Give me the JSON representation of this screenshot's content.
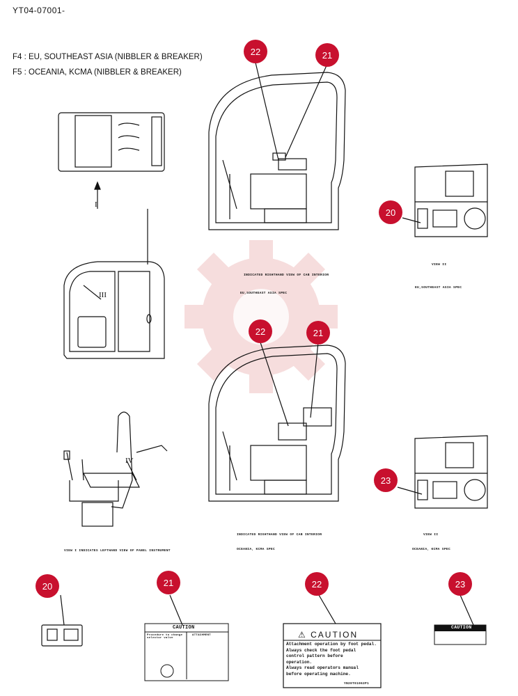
{
  "header": {
    "doc_id": "YT04-07001-",
    "specs": [
      "F4 :  EU, SOUTHEAST ASIA  (NIBBLER & BREAKER)",
      "F5 :  OCEANIA, KCMA  (NIBBLER & BREAKER)"
    ]
  },
  "views": {
    "cab_top_caption": "INDICATED RIGHTHAND VIEW OF CAB INTERIOR",
    "cab_top_spec": "EU,SOUTHEAST  ASIA SPEC",
    "cab_bottom_caption": "INDICATED RIGHTHAND VIEW OF CAB INTERIOR",
    "cab_bottom_spec": "OCEANIA, KCMA  SPEC",
    "view2_top_label": "VIEW II",
    "view2_top_spec": "EU,SOUTHEAST  ASIA SPEC",
    "view2_bottom_label": "VIEW II",
    "view2_bottom_spec": "OCEANIA, KCMA  SPEC",
    "seat_caption": "VIEW I   INDICATES LEFTHAND VIEW OF PANEL INSTRUMENT",
    "roman_1": "I",
    "roman_3": "III",
    "roman_4": "IV"
  },
  "markers": {
    "m22_top": "22",
    "m21_top": "21",
    "m20_mid": "20",
    "m22_mid": "22",
    "m21_mid": "21",
    "m23_mid": "23",
    "m20_bot": "20",
    "m21_bot": "21",
    "m22_bot": "22",
    "m23_bot": "23"
  },
  "labels": {
    "caution_word": "CAUTION",
    "caution_22_lines": [
      "Attachment operation by foot pedal.",
      "Always check the foot pedal",
      "control pattern before",
      "operation.",
      "Always read operators manual",
      "before operating machine."
    ],
    "caution_22_code": "YN20T01062P1",
    "caution_21_left": "Procedure to change selector valve",
    "caution_21_right": "ATTACHMENT",
    "caution_23_word": "CAUTION"
  },
  "colors": {
    "marker": "#c8102e",
    "ink": "#111111",
    "watermark": "#e8a0a0"
  }
}
